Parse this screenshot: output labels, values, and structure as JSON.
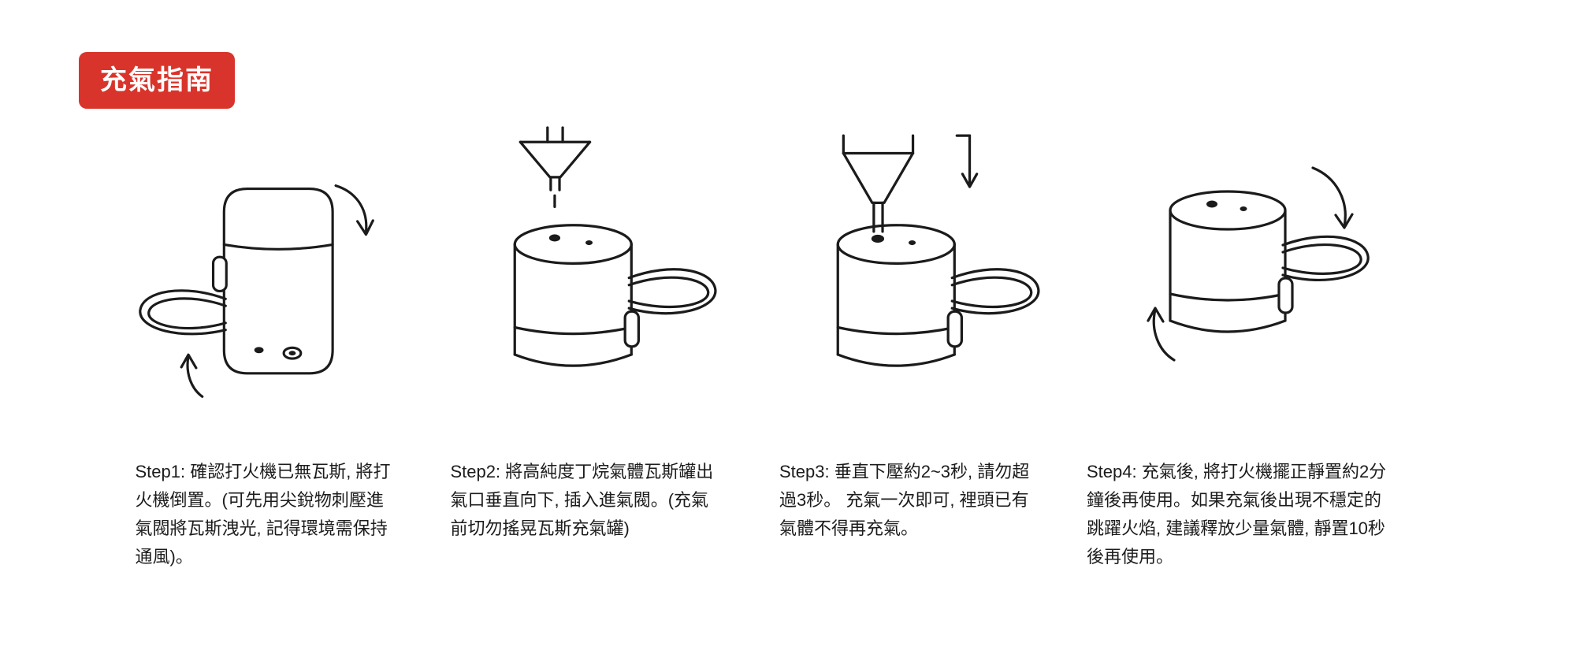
{
  "page": {
    "badge": "充氣指南"
  },
  "colors": {
    "badge_bg": "#d9342b",
    "badge_text": "#ffffff",
    "line_art": "#1b1b1b",
    "body_text": "#1c1c1c",
    "background": "#ffffff"
  },
  "steps": [
    {
      "id": "step1",
      "illustration": "inverted-lighter-with-flip-arrows",
      "text": "Step1: 確認打火機已無瓦斯, 將打火機倒置。(可先用尖銳物刺壓進氣閥將瓦斯洩光, 記得環境需保持通風)。"
    },
    {
      "id": "step2",
      "illustration": "lighter-with-gas-can-nozzle-above",
      "text": "Step2: 將高純度丁烷氣體瓦斯罐出氣口垂直向下, 插入進氣閥。(充氣前切勿搖晃瓦斯充氣罐)"
    },
    {
      "id": "step3",
      "illustration": "lighter-with-nozzle-inserted-press-down-arrow",
      "text": "Step3: 垂直下壓約2~3秒, 請勿超過3秒。 充氣一次即可, 裡頭已有氣體不得再充氣。"
    },
    {
      "id": "step4",
      "illustration": "upright-lighter-with-settle-arrows",
      "text": "Step4: 充氣後, 將打火機擺正靜置約2分鐘後再使用。如果充氣後出現不穩定的跳躍火焰, 建議釋放少量氣體, 靜置10秒後再使用。"
    }
  ]
}
